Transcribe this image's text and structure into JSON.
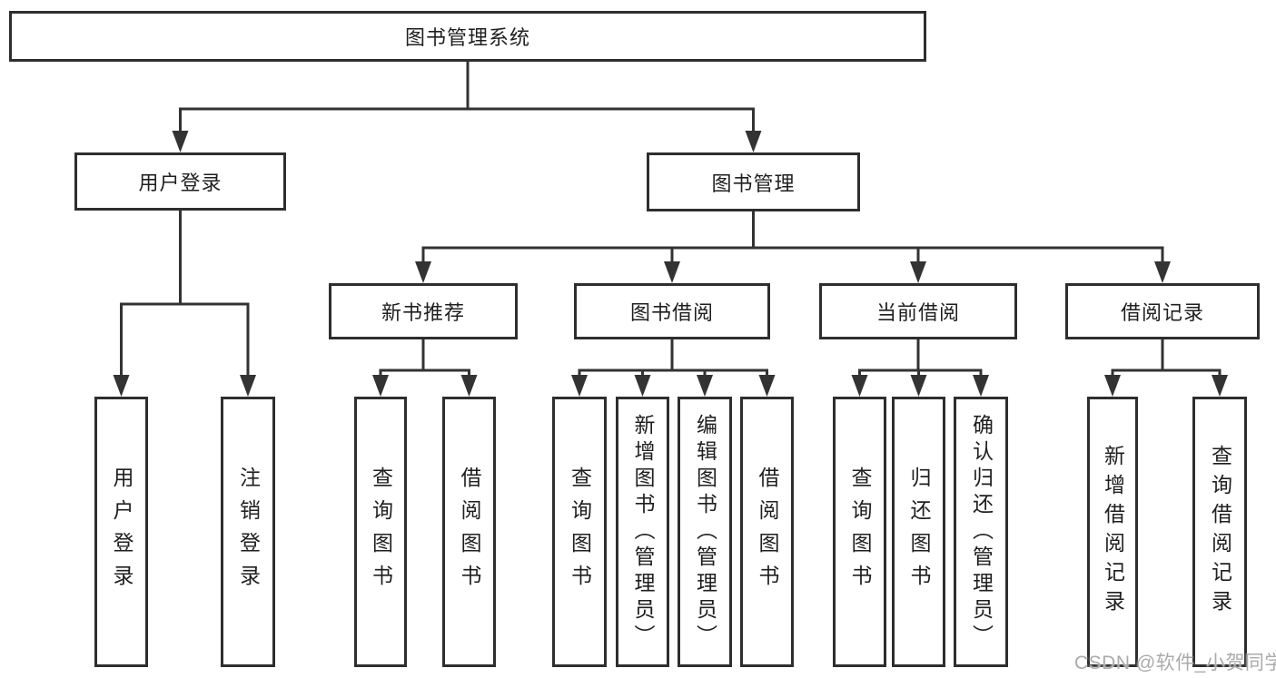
{
  "tree": {
    "label": "图书管理系统",
    "children": [
      {
        "label": "用户登录",
        "children": [
          {
            "label": "用户登录"
          },
          {
            "label": "注销登录"
          }
        ]
      },
      {
        "label": "图书管理",
        "children": [
          {
            "label": "新书推荐",
            "children": [
              {
                "label": "查询图书"
              },
              {
                "label": "借阅图书"
              }
            ]
          },
          {
            "label": "图书借阅",
            "children": [
              {
                "label": "查询图书"
              },
              {
                "label": "新增图书（管理员）"
              },
              {
                "label": "编辑图书（管理员）"
              },
              {
                "label": "借阅图书"
              }
            ]
          },
          {
            "label": "当前借阅",
            "children": [
              {
                "label": "查询图书"
              },
              {
                "label": "归还图书"
              },
              {
                "label": "确认归还（管理员）"
              }
            ]
          },
          {
            "label": "借阅记录",
            "children": [
              {
                "label": "新增借阅记录"
              },
              {
                "label": "查询借阅记录"
              }
            ]
          }
        ]
      }
    ]
  },
  "watermark": "CSDN @软件_小贺同学",
  "colors": {
    "line": "#333333",
    "box_border": "#2e2e2e",
    "text": "#1f1f1f",
    "watermark": "#ababab",
    "background": "#ffffff"
  }
}
